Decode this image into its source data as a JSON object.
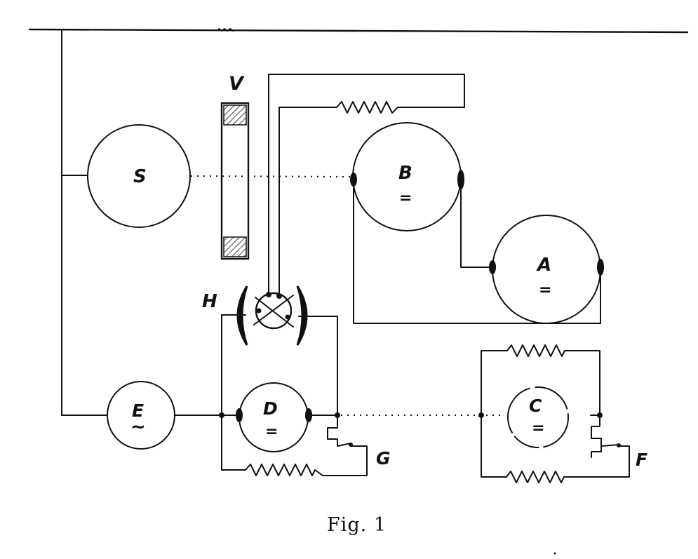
{
  "figure": {
    "caption": "Fig. 1",
    "labels": {
      "V": "V",
      "S": "S",
      "B": "B",
      "A": "A",
      "H": "H",
      "E": "E",
      "D": "D",
      "C": "C",
      "G": "G",
      "F": "F"
    },
    "symbols": {
      "direct_current": "=",
      "alternating_current": "~"
    }
  }
}
